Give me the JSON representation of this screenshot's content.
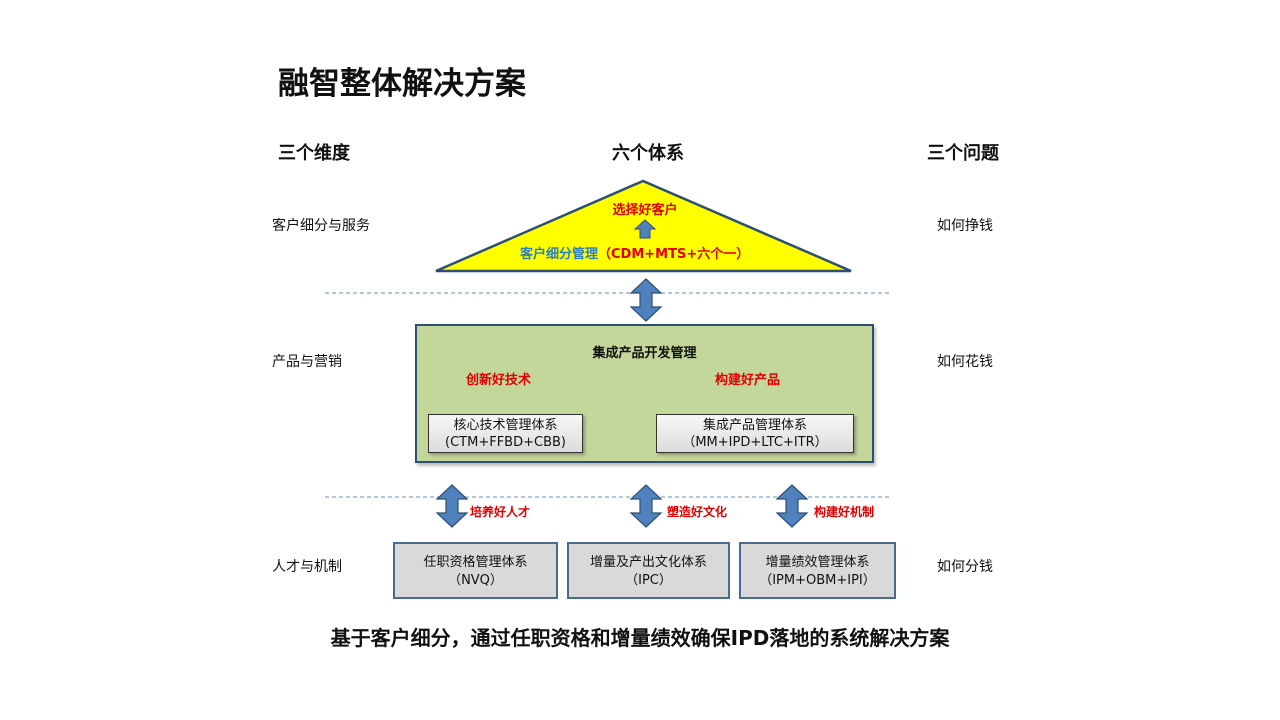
{
  "title": "融智整体解决方案",
  "headers": {
    "left": "三个维度",
    "center": "六个体系",
    "right": "三个问题"
  },
  "rows": {
    "customer": {
      "dimension": "客户细分与服务",
      "question": "如何挣钱"
    },
    "product": {
      "dimension": "产品与营销",
      "question": "如何花钱"
    },
    "talent": {
      "dimension": "人才与机制",
      "question": "如何分钱"
    }
  },
  "roof": {
    "goal": "选择好客户",
    "system_name": "客户细分管理",
    "system_detail": "（CDM+MTS+六个一）"
  },
  "middle": {
    "title": "集成产品开发管理",
    "left_goal": "创新好技术",
    "right_goal": "构建好产品",
    "left_box": {
      "line1": "核心技术管理体系",
      "line2": "(CTM+FFBD+CBB)"
    },
    "right_box": {
      "line1": "集成产品管理体系",
      "line2": "（MM+IPD+LTC+ITR）"
    }
  },
  "links": {
    "left": "培养好人才",
    "center": "塑造好文化",
    "right": "构建好机制"
  },
  "bottom": [
    {
      "line1": "任职资格管理体系",
      "line2": "（NVQ）"
    },
    {
      "line1": "增量及产出文化体系",
      "line2": "（IPC）"
    },
    {
      "line1": "增量绩效管理体系",
      "line2": "（IPM+OBM+IPI）"
    }
  ],
  "summary": "基于客户细分，通过任职资格和增量绩效确保IPD落地的系统解决方案",
  "colors": {
    "roof_fill": "#ffff00",
    "roof_stroke": "#2e4f74",
    "panel_fill": "#c4d79b",
    "arrow_fill": "#4f81bd",
    "emphasis_red": "#e00000",
    "emphasis_blue": "#2a7fc0"
  }
}
